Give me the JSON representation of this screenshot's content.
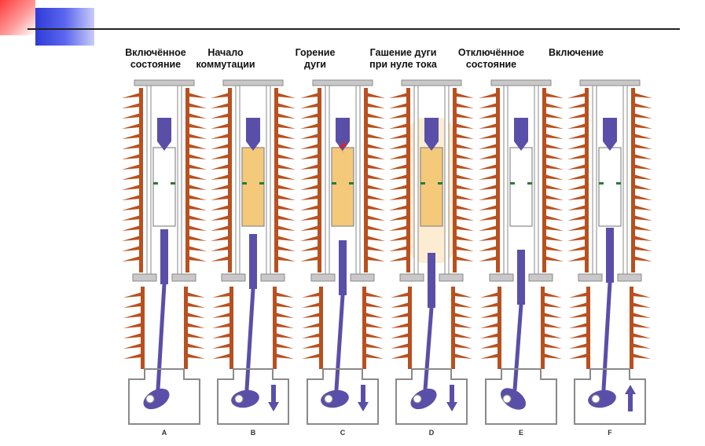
{
  "stages": [
    {
      "title": "Включённое\nсостояние",
      "letter": "A"
    },
    {
      "title": "Начало\nкоммутации",
      "letter": "B"
    },
    {
      "title": "Горение\nдуги",
      "letter": "C"
    },
    {
      "title": "Гашение дуги\nпри нуле тока",
      "letter": "D"
    },
    {
      "title": "Отключённое\nсостояние",
      "letter": "E"
    },
    {
      "title": "Включение",
      "letter": "F"
    }
  ],
  "colors": {
    "insulator": "#b8501f",
    "mechanism": "#5a4fa8",
    "frame": "#8a8a8a",
    "gas": "#f5c97a",
    "arc": "#e02020"
  },
  "icons": [
    "arrow-down-icon",
    "arrow-up-icon"
  ]
}
